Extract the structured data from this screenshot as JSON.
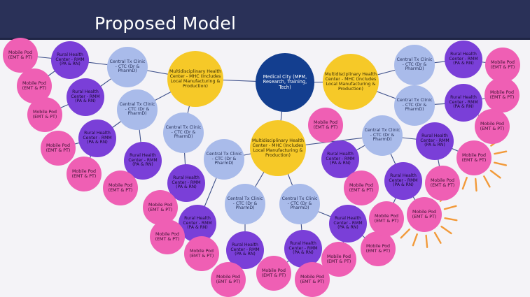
{
  "slide": {
    "title": "Proposed Model"
  },
  "labels": {
    "medical_city": "Medical City (MPM, Research, Training, Tech)",
    "mhc": "Multidisciplinary Health Center - MHC (Includes Local Manufacturing & Production)",
    "ctc": "Central Tx Clinic - CTC (Dr & PharmD)",
    "rmm": "Rural Health Center - RMM (PA & RN)",
    "pod": "Mobile Pod (EMT & PT)"
  },
  "colors": {
    "header": "#2a3158",
    "medical_city": "#133e8f",
    "mhc": "#f6c928",
    "ctc": "#a9bbea",
    "rmm": "#7a3fd8",
    "pod": "#ef5fb4",
    "edge": "#3d4f8a",
    "highlight_rays": "#f29a3a"
  }
}
